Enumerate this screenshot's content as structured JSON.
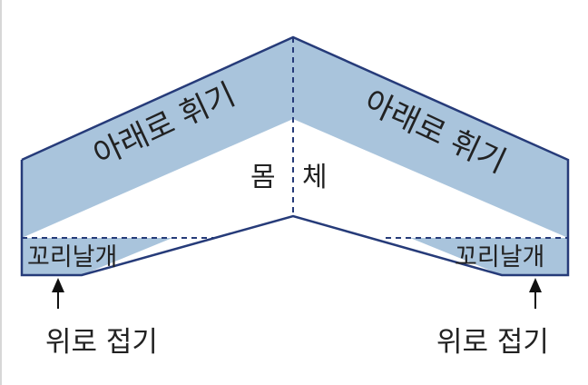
{
  "labels": {
    "left_wing": "아래로 휘기",
    "right_wing": "아래로 휘기",
    "body_left": "몸",
    "body_right": "체",
    "left_tail": "꼬리날개",
    "right_tail": "꼬리날개",
    "left_fold": "위로 접기",
    "right_fold": "위로 접기"
  },
  "colors": {
    "panel_fill": "#a9c4dc",
    "body_fill": "#ffffff",
    "outline": "#263b79",
    "text": "#222222"
  },
  "icons": {
    "left_arrow": "up-arrow",
    "right_arrow": "up-arrow"
  }
}
